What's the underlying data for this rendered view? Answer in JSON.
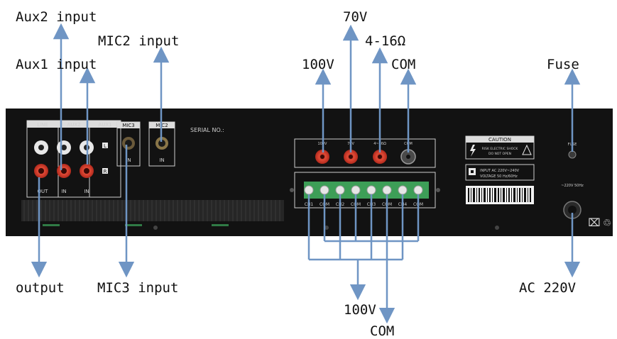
{
  "labels": {
    "aux2_input": "Aux2 input",
    "mic2_input": "MIC2 input",
    "aux1_input": "Aux1 input",
    "output": "output",
    "mic3_input": "MIC3 input",
    "v70": "70V",
    "ohm": "4-16Ω",
    "v100_top": "100V",
    "com_top": "COM",
    "fuse": "Fuse",
    "ac220": "AC 220V",
    "v100_bottom": "100V",
    "com_bottom": "COM"
  },
  "panel": {
    "line": "LINE",
    "aux2": "AUX2",
    "aux1": "AUX1",
    "mic3": "MIC3",
    "mic2": "MIC2",
    "serial": "SERIAL NO.:",
    "l": "L",
    "r": "R",
    "out": "OUT",
    "in": "IN",
    "spk_100v": "100V",
    "spk_70v": "70V",
    "spk_4_16": "4~16Ω",
    "spk_com": "COM",
    "terminals": [
      "CH1",
      "COM",
      "CH2",
      "COM",
      "CH3",
      "COM",
      "CH4",
      "COM"
    ],
    "caution": "CAUTION",
    "caution_sub1": "RISK ELECTRIC SHOCK",
    "caution_sub2": "DO NOT OPEN",
    "input_line1": "INPUT    AC 220V~240V",
    "input_line2": "VOLTAGE  50 Hz/60Hz",
    "fuse": "FUSE",
    "power": "~220V 50Hz"
  },
  "colors": {
    "panel": "#111111",
    "arrow": "#6f95c4",
    "red_jack": "#d23a2a",
    "terminal": "#3d9e57"
  }
}
